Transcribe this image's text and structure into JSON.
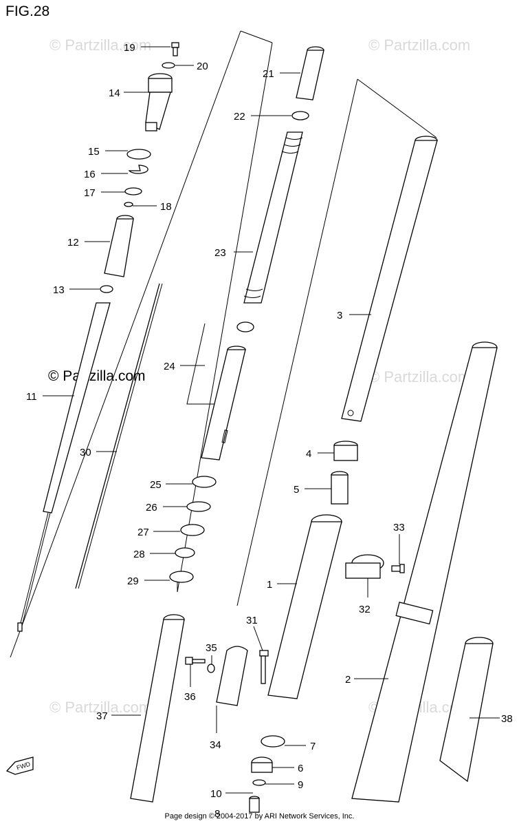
{
  "figure": {
    "title": "FIG.28"
  },
  "watermarks": {
    "text": "© Partzilla.com",
    "center_text": "© Partzilla.com"
  },
  "footer": {
    "text": "Page design © 2004-2017 by ARI Network Services, Inc."
  },
  "parts": [
    {
      "number": "1"
    },
    {
      "number": "2"
    },
    {
      "number": "3"
    },
    {
      "number": "4"
    },
    {
      "number": "5"
    },
    {
      "number": "6"
    },
    {
      "number": "7"
    },
    {
      "number": "8"
    },
    {
      "number": "9"
    },
    {
      "number": "10"
    },
    {
      "number": "11"
    },
    {
      "number": "12"
    },
    {
      "number": "13"
    },
    {
      "number": "14"
    },
    {
      "number": "15"
    },
    {
      "number": "16"
    },
    {
      "number": "17"
    },
    {
      "number": "18"
    },
    {
      "number": "19"
    },
    {
      "number": "20"
    },
    {
      "number": "21"
    },
    {
      "number": "22"
    },
    {
      "number": "23"
    },
    {
      "number": "24"
    },
    {
      "number": "25"
    },
    {
      "number": "26"
    },
    {
      "number": "27"
    },
    {
      "number": "28"
    },
    {
      "number": "29"
    },
    {
      "number": "30"
    },
    {
      "number": "31"
    },
    {
      "number": "32"
    },
    {
      "number": "33"
    },
    {
      "number": "34"
    },
    {
      "number": "35"
    },
    {
      "number": "36"
    },
    {
      "number": "37"
    },
    {
      "number": "38"
    }
  ],
  "fwd_badge": {
    "text": "FWD"
  }
}
